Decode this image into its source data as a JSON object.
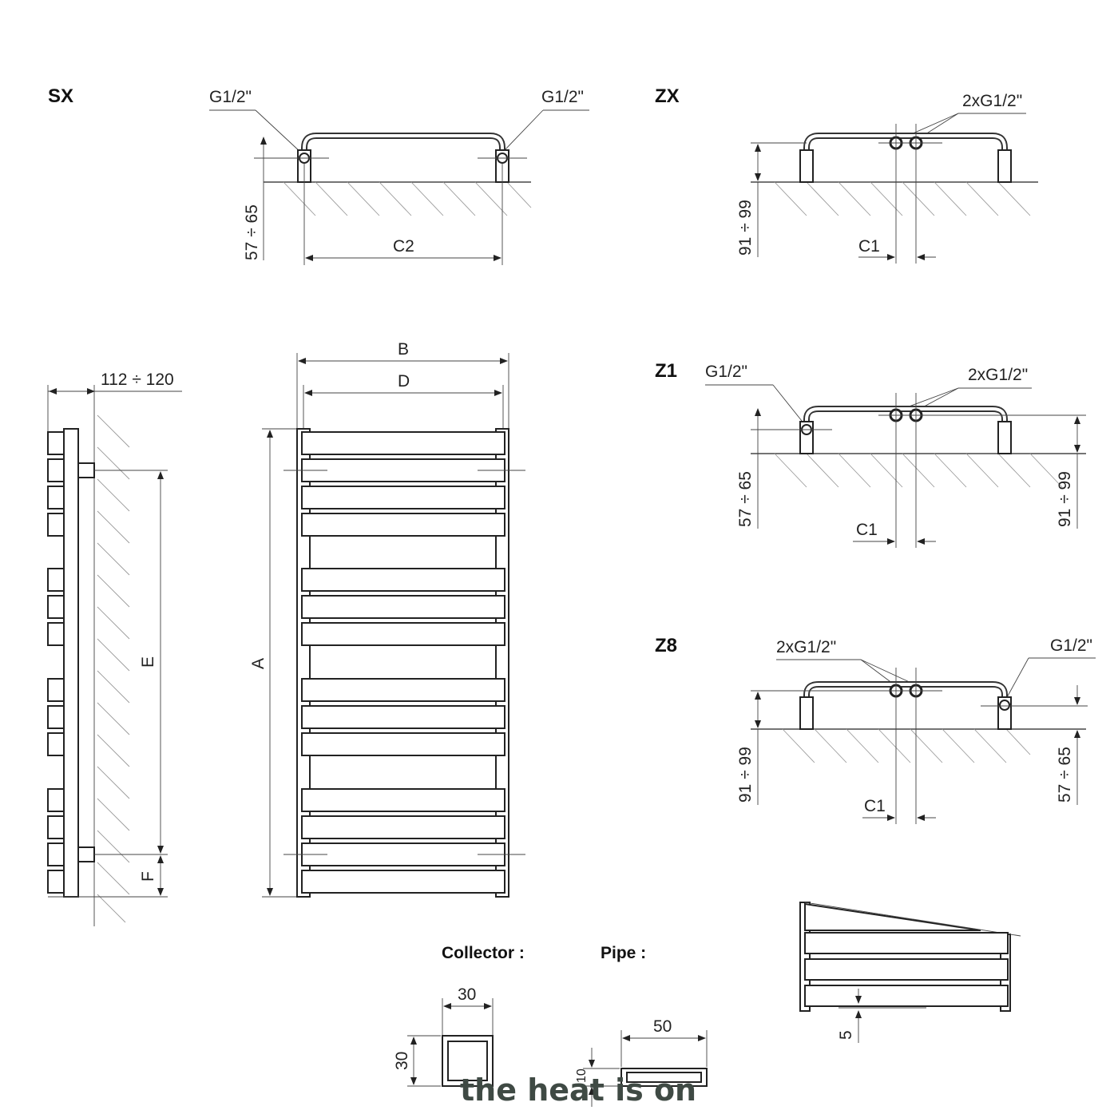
{
  "views": {
    "sx": {
      "title": "SX",
      "conn_left": "G1/2\"",
      "conn_right": "G1/2\"",
      "height": "57 ÷ 65",
      "spacing": "C2"
    },
    "zx": {
      "title": "ZX",
      "conn": "2xG1/2\"",
      "height": "91 ÷ 99",
      "spacing": "C1"
    },
    "z1": {
      "title": "Z1",
      "conn_left": "G1/2\"",
      "conn_mid": "2xG1/2\"",
      "height_left": "57 ÷ 65",
      "height_right": "91 ÷ 99",
      "spacing": "C1"
    },
    "z8": {
      "title": "Z8",
      "conn_mid": "2xG1/2\"",
      "conn_right": "G1/2\"",
      "height_left": "91 ÷ 99",
      "height_right": "57 ÷ 65",
      "spacing": "C1"
    }
  },
  "side_view": {
    "depth": "112 ÷ 120",
    "e": "E",
    "f": "F"
  },
  "front_view": {
    "b": "B",
    "d": "D",
    "a": "A"
  },
  "sections": {
    "collector": {
      "label": "Collector :",
      "width": "30",
      "height": "30"
    },
    "pipe": {
      "label": "Pipe :",
      "width": "50",
      "height": "10"
    },
    "gap": "5"
  },
  "watermark": "the heat is on"
}
